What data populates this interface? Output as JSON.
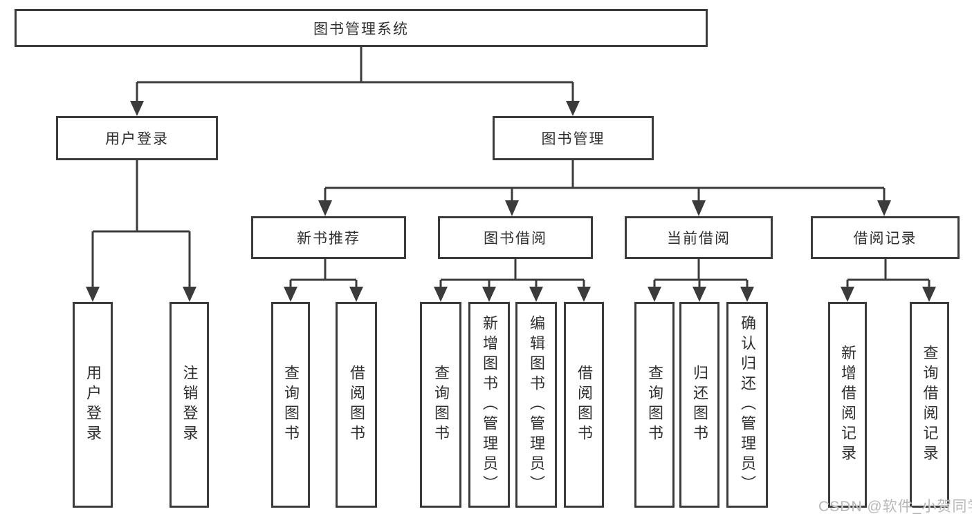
{
  "diagram": {
    "type": "function-structure-tree",
    "tree": {
      "root": {
        "label": "图书管理系统",
        "children": [
          {
            "label": "用户登录",
            "children": [
              {
                "label": "用户登录"
              },
              {
                "label": "注销登录"
              }
            ]
          },
          {
            "label": "图书管理",
            "children": [
              {
                "label": "新书推荐",
                "children": [
                  {
                    "label": "查询图书"
                  },
                  {
                    "label": "借阅图书"
                  }
                ]
              },
              {
                "label": "图书借阅",
                "children": [
                  {
                    "label": "查询图书"
                  },
                  {
                    "label": "新增图书（管理员）"
                  },
                  {
                    "label": "编辑图书（管理员）"
                  },
                  {
                    "label": "借阅图书"
                  }
                ]
              },
              {
                "label": "当前借阅",
                "children": [
                  {
                    "label": "查询图书"
                  },
                  {
                    "label": "归还图书"
                  },
                  {
                    "label": "确认归还（管理员）"
                  }
                ]
              },
              {
                "label": "借阅记录",
                "children": [
                  {
                    "label": "新增借阅记录"
                  },
                  {
                    "label": "查询借阅记录"
                  }
                ]
              }
            ]
          }
        ]
      }
    },
    "colors": {
      "line": "#3b3b3b",
      "box_border": "#3b3b3b",
      "text": "#2f2f2f",
      "background": "#ffffff",
      "watermark": "#b2b2b2"
    }
  },
  "watermark": {
    "text": "CSDN @软件_小贺同学"
  }
}
